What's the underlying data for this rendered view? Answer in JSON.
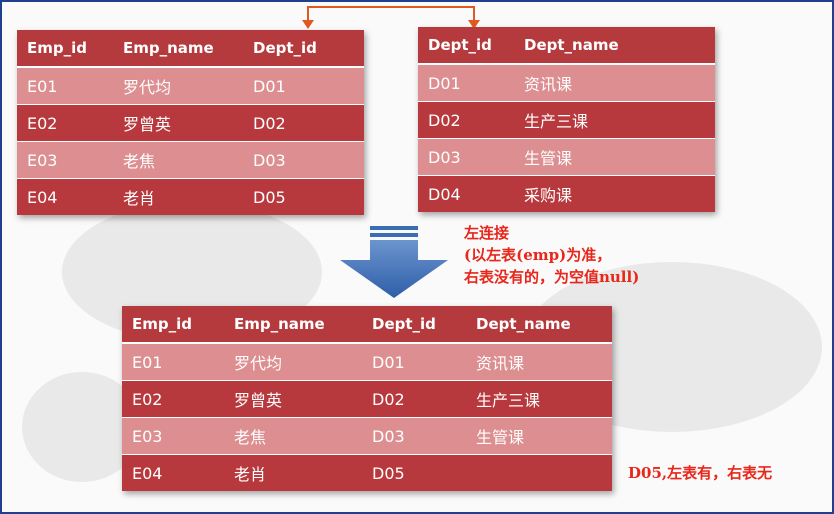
{
  "emp_table": {
    "headers": [
      "Emp_id",
      "Emp_name",
      "Dept_id"
    ],
    "rows": [
      [
        "E01",
        "罗代均",
        "D01"
      ],
      [
        "E02",
        "罗曾英",
        "D02"
      ],
      [
        "E03",
        "老焦",
        "D03"
      ],
      [
        "E04",
        "老肖",
        "D05"
      ]
    ]
  },
  "dept_table": {
    "headers": [
      "Dept_id",
      "Dept_name"
    ],
    "rows": [
      [
        "D01",
        "资讯课"
      ],
      [
        "D02",
        "生产三课"
      ],
      [
        "D03",
        "生管课"
      ],
      [
        "D04",
        "采购课"
      ]
    ]
  },
  "annotation": {
    "line1": "左连接",
    "line2": "(以左表(emp)为准，",
    "line3": "右表没有的，为空值null)"
  },
  "result_table": {
    "headers": [
      "Emp_id",
      "Emp_name",
      "Dept_id",
      "Dept_name"
    ],
    "rows": [
      [
        "E01",
        "罗代均",
        "D01",
        "资讯课"
      ],
      [
        "E02",
        "罗曾英",
        "D02",
        "生产三课"
      ],
      [
        "E03",
        "老焦",
        "D03",
        "生管课"
      ],
      [
        "E04",
        "老肖",
        "D05",
        ""
      ]
    ]
  },
  "side_note": "D05,左表有，右表无",
  "colors": {
    "header": "#b53a3e",
    "row_light": "#dc8e90",
    "row_dark": "#b8393d",
    "arrow": "#3a6fb5",
    "note_text": "#e8261a"
  },
  "icons": [
    "down-arrow-icon"
  ]
}
